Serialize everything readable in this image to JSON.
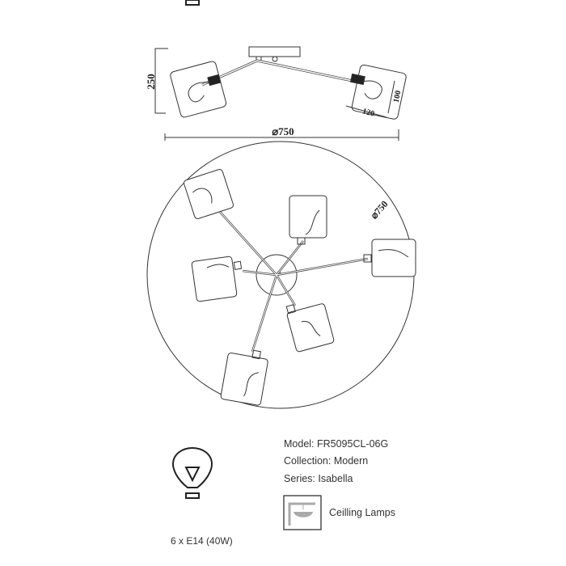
{
  "side_view": {
    "height_label": "250",
    "diameter_label": "⌀750",
    "shade_width_label": "120",
    "shade_height_label": "100"
  },
  "top_view": {
    "diameter_label": "⌀750",
    "shade_count": 6
  },
  "bulb": {
    "icon": "light-bulb-icon",
    "spec": "6 x E14 (40W)"
  },
  "info": {
    "model": "Model: FR5095CL-06G",
    "collection": "Collection: Modern",
    "series": "Series: Isabella",
    "type_icon": "ceiling-lamp-icon",
    "type": "Ceilling Lamps"
  }
}
